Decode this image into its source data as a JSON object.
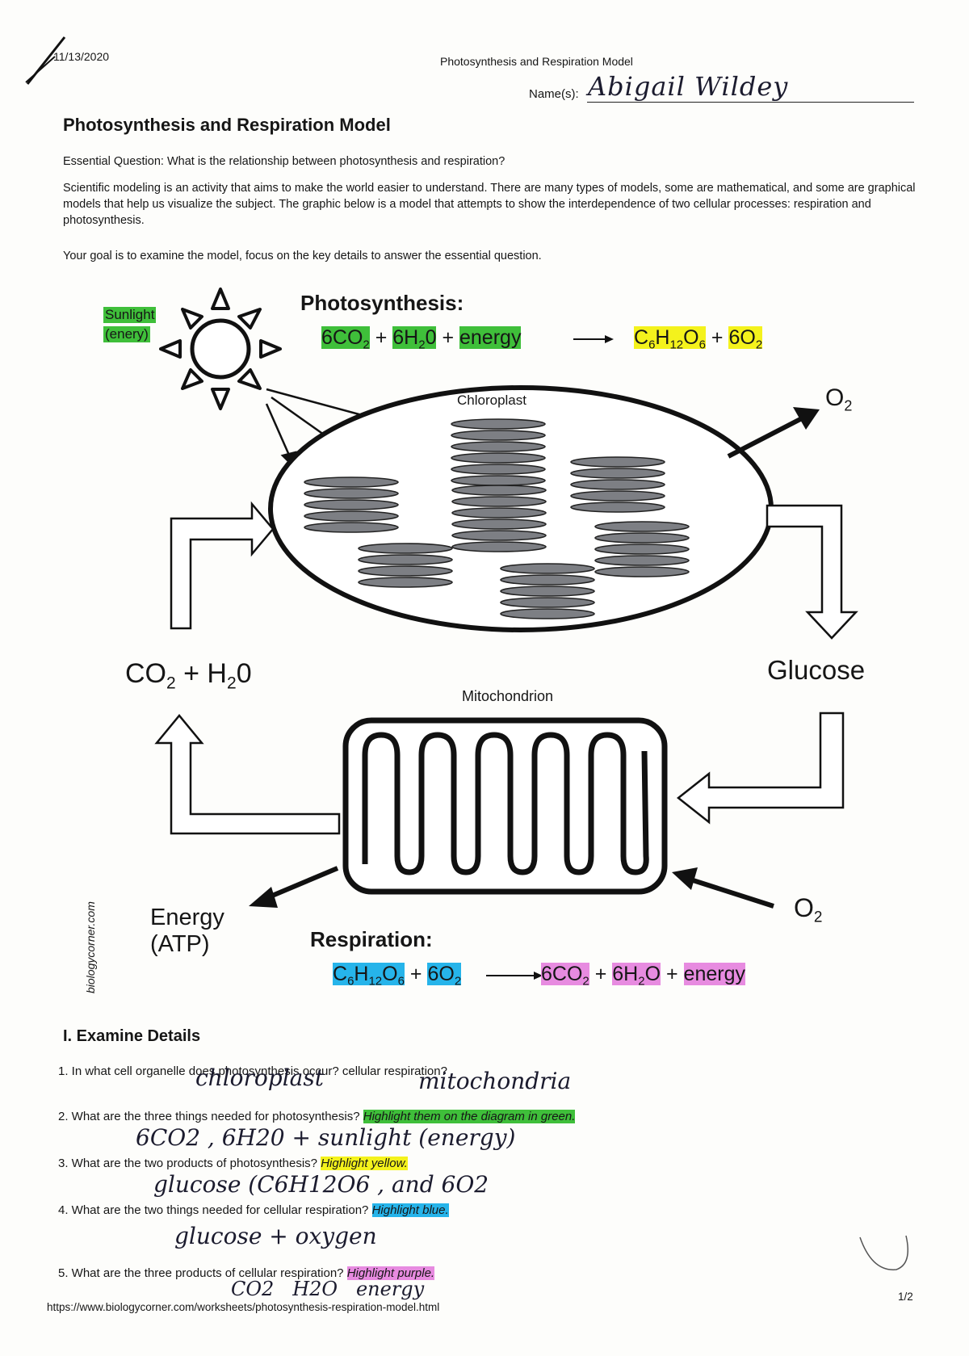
{
  "header": {
    "date": "11/13/2020",
    "running_title": "Photosynthesis and Respiration Model",
    "name_label": "Name(s):",
    "name_value": "Abigail Wildey"
  },
  "title": "Photosynthesis and Respiration Model",
  "essential_question": "Essential Question: What is the relationship between photosynthesis and respiration?",
  "intro": "Scientific modeling is an activity that aims to make the world easier to understand. There are many types of models, some are mathematical, and some are graphical models that help us visualize the subject. The graphic below is a model that attempts to show the interdependence of two cellular processes: respiration and photosynthesis.",
  "goal": "Your goal is to examine the model, focus on the key details to answer the essential question.",
  "diagram": {
    "sunlight": "Sunlight",
    "energy_word": "(enery)",
    "photo_title": "Photosynthesis:",
    "photo_eq": {
      "r1": "6CO",
      "r1_sub": "2",
      "plus1": "+",
      "r2": "6H",
      "r2_sub": "2",
      "r2_end": "0",
      "plus2": "+",
      "r3": "energy",
      "p1_c": "C",
      "p1_c_sub": "6",
      "p1_h": "H",
      "p1_h_sub": "12",
      "p1_o": "O",
      "p1_o_sub": "6",
      "plus3": "+",
      "p2": "6O",
      "p2_sub": "2"
    },
    "chloroplast": "Chloroplast",
    "o2_top": "O",
    "o2_top_sub": "2",
    "co2_h2o": {
      "a": "CO",
      "a_sub": "2",
      "plus": " + H",
      "b_sub": "2",
      "end": "0"
    },
    "glucose": "Glucose",
    "mitochondrion": "Mitochondrion",
    "o2_bottom": "O",
    "o2_bottom_sub": "2",
    "energy_atp_1": "Energy",
    "energy_atp_2": "(ATP)",
    "resp_title": "Respiration:",
    "resp_eq": {
      "r1_c": "C",
      "r1_c_sub": "6",
      "r1_h": "H",
      "r1_h_sub": "12",
      "r1_o": "O",
      "r1_o_sub": "6",
      "plus1": "+",
      "r2": "6O",
      "r2_sub": "2",
      "p1": "6CO",
      "p1_sub": "2",
      "plus2": "+",
      "p2": "6H",
      "p2_sub": "2",
      "p2_end": "O",
      "plus3": "+",
      "p3": "energy"
    },
    "side_credit": "biologycorner.com",
    "colors": {
      "green": "#3fbf3a",
      "yellow": "#f4f21c",
      "blue": "#26b4ea",
      "pink": "#e78be0",
      "thylakoid": "#7d7f84"
    }
  },
  "section_title": "I. Examine Details",
  "questions": [
    {
      "text": "1. In what cell organelle does photosynthesis occur? cellular respiration?",
      "hl": "",
      "answer_a": "chloroplast",
      "answer_b": "mitochondria"
    },
    {
      "text": "2. What are the three things needed for photosynthesis?",
      "hl": "Highlight them on the diagram in green.",
      "answer_a": "6CO2 , 6H20 + sunlight (energy)"
    },
    {
      "text": "3. What are the two products of photosynthesis?",
      "hl": "Highlight yellow.",
      "answer_a": "glucose (C6H12O6 , and 6O2"
    },
    {
      "text": "4. What are the two things needed for cellular respiration?",
      "hl": "Highlight blue.",
      "answer_a": "glucose + oxygen"
    },
    {
      "text": "5. What are the three products of cellular respiration?",
      "hl": "Highlight purple.",
      "answer_a": "CO2   H2O   energy"
    }
  ],
  "footer": {
    "url": "https://www.biologycorner.com/worksheets/photosynthesis-respiration-model.html",
    "page": "1/2"
  }
}
